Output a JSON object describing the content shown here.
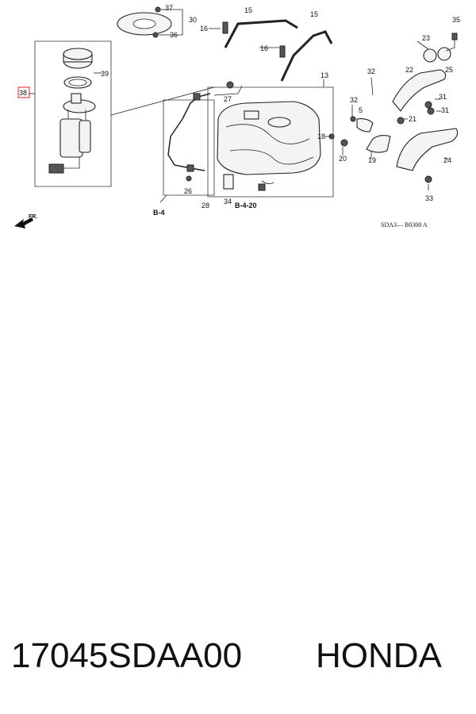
{
  "diagram": {
    "callouts": {
      "c37": "37",
      "c30": "30",
      "c36": "36",
      "c16a": "16",
      "c16b": "16",
      "c15a": "15",
      "c15b": "15",
      "c35": "35",
      "c23": "23",
      "c25": "25",
      "c22": "22",
      "c31a": "31",
      "c31b": "31",
      "c39": "39",
      "c38": "38",
      "c13": "13",
      "c27": "27",
      "c32a": "32",
      "c32b": "32",
      "c5": "5",
      "c21": "21",
      "c18": "18",
      "c20": "20",
      "c19": "19",
      "c24": "24",
      "c26": "26",
      "c28": "28",
      "c34": "34",
      "c33": "33"
    },
    "refs": {
      "b4": "B-4",
      "b420": "B-4-20"
    },
    "direction": "FR.",
    "drawing_code": "SDA3— B0300 A",
    "accent_color": "#e02020"
  },
  "footer": {
    "part_number": "17045SDAA00",
    "brand": "HONDA"
  }
}
